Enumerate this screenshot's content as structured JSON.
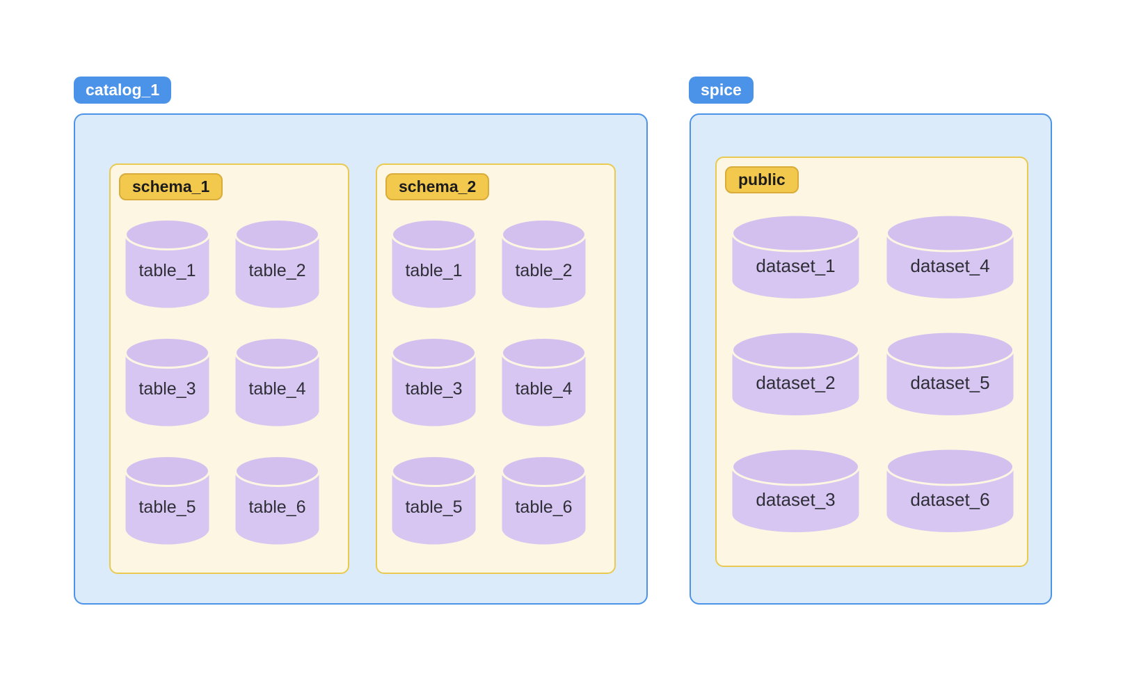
{
  "colors": {
    "blue": "#4b93e9",
    "blue_bg": "#dcebfa",
    "yellow": "#f2c94c",
    "yellow_border": "#d9ab3a",
    "cream_bg": "#fdf6e2",
    "cream_border": "#e9c94f",
    "purple": "#d8c6f2",
    "purple_top": "#d3c0ef",
    "text_dark": "#2f2f38",
    "label_on_yellow": "#1c1c1e",
    "label_on_blue": "#ffffff"
  },
  "catalogs": [
    {
      "label": "catalog_1",
      "schemas": [
        {
          "label": "schema_1",
          "items": [
            "table_1",
            "table_2",
            "table_3",
            "table_4",
            "table_5",
            "table_6"
          ]
        },
        {
          "label": "schema_2",
          "items": [
            "table_1",
            "table_2",
            "table_3",
            "table_4",
            "table_5",
            "table_6"
          ]
        }
      ]
    },
    {
      "label": "spice",
      "schemas": [
        {
          "label": "public",
          "items": [
            "dataset_1",
            "dataset_4",
            "dataset_2",
            "dataset_5",
            "dataset_3",
            "dataset_6"
          ]
        }
      ]
    }
  ]
}
